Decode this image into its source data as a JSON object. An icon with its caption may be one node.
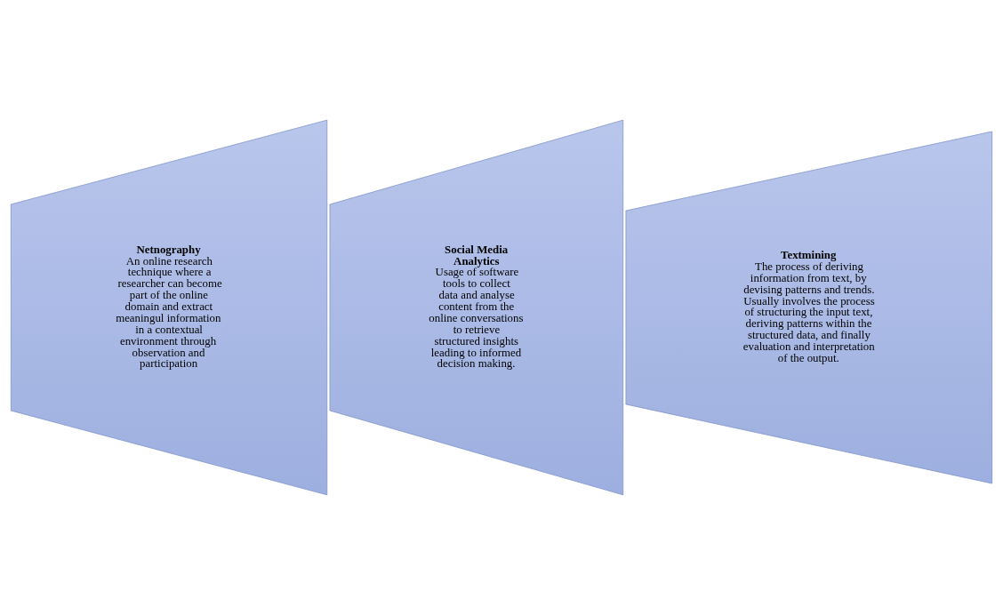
{
  "diagram": {
    "nodes": [
      {
        "text": [
          "Netnography",
          "An online research technique where a researcher can become part of the online domain and extract meaningul information in a contextual environment through observation and participation"
        ]
      },
      {
        "text": [
          "Social Media Analytics",
          "Usage of software tools to collect data and analyse content from the online conversations to retrieve structured insights leading to informed decision making."
        ]
      },
      {
        "text": [
          "Textmining",
          "The process of deriving information from text, by devising patterns and trends. Usually involves the process of structuring the input text, deriving patterns within the structured data, and finally evaluation and interpretation of the output."
        ]
      }
    ],
    "edges": []
  }
}
